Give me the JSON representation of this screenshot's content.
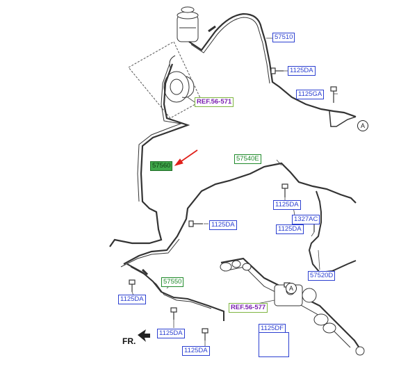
{
  "parts": {
    "p57510": "57510",
    "p1125DA_a": "1125DA",
    "p1125GA": "1125GA",
    "ref56571": "REF.56-571",
    "p57560": "57560",
    "p57540E": "57540E",
    "p1125DA_b": "1125DA",
    "p1327AC": "1327AC",
    "p1125DA_c": "1125DA",
    "p1125DA_d": "1125DA",
    "p57520D": "57520D",
    "p57550": "57550",
    "p1125DA_e": "1125DA",
    "ref56577": "REF.56-577",
    "p1125DF": "1125DF",
    "p1125DA_f": "1125DA",
    "p1125DA_g": "1125DA"
  },
  "markers": {
    "a1": "A",
    "a2": "A"
  },
  "direction": {
    "label": "FR."
  },
  "colors": {
    "blue": "#2b3fd0",
    "green": "#1f8a2a",
    "highlight": "#3fa84a",
    "ref_text": "#7a1fb0",
    "arrow": "#e0201a"
  }
}
